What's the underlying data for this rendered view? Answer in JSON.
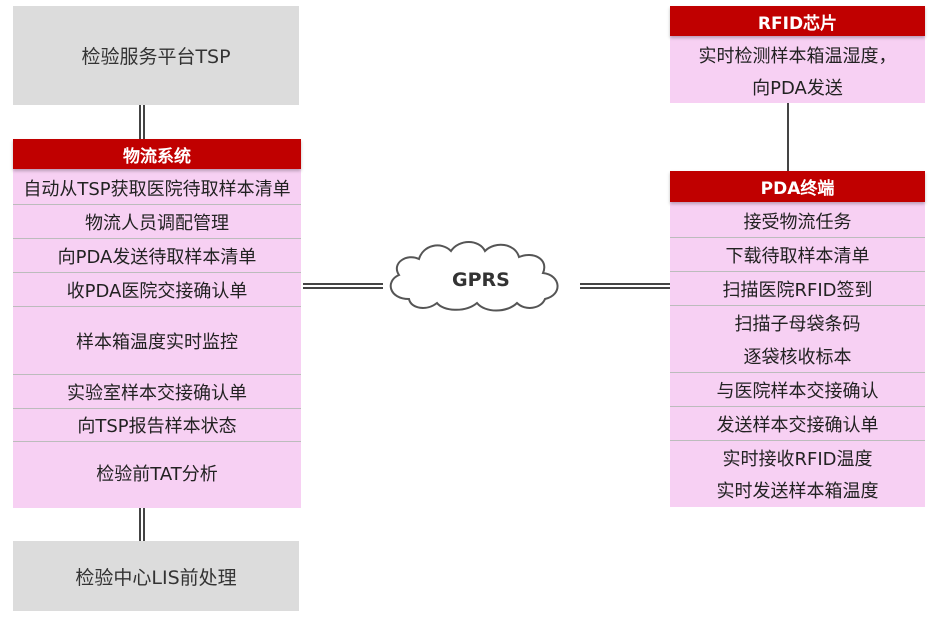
{
  "top_left_box": "检验服务平台TSP",
  "bottom_left_box": "检验中心LIS前处理",
  "logistics": {
    "title": "物流系统",
    "rows": [
      "自动从TSP获取医院待取样本清单",
      "物流人员调配管理",
      "向PDA发送待取样本清单",
      "收PDA医院交接确认单",
      "样本箱温度实时监控",
      "实验室样本交接确认单",
      "向TSP报告样本状态",
      "检验前TAT分析"
    ]
  },
  "network": {
    "label": "GPRS",
    "icon": "cloud-icon"
  },
  "rfid": {
    "title": "RFID芯片",
    "line1": "实时检测样本箱温湿度，",
    "line2": "向PDA发送"
  },
  "pda": {
    "title": "PDA终端",
    "rows": [
      "接受物流任务",
      "下载待取样本清单",
      "扫描医院RFID签到",
      "扫描子母袋条码",
      "逐袋核收标本",
      "与医院样本交接确认",
      "发送样本交接确认单",
      "实时接收RFID温度",
      "实时发送样本箱温度"
    ]
  },
  "colors": {
    "header": "#c00000",
    "panel": "#f7d0f3",
    "gray": "#dcdcdc"
  }
}
